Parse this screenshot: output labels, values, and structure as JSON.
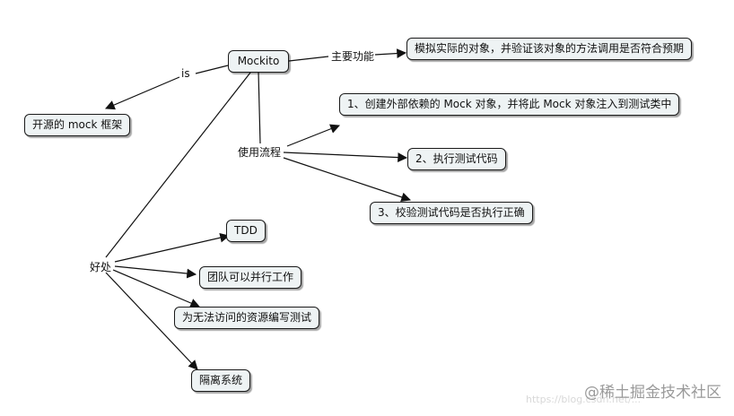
{
  "nodes": {
    "mockito": "Mockito",
    "open_source": "开源的 mock 框架",
    "main_function": "模拟实际的对象，并验证该对象的方法调用是否符合预期",
    "step1": "1、创建外部依赖的 Mock 对象，并将此 Mock 对象注入到测试类中",
    "step2": "2、执行测试代码",
    "step3": "3、校验测试代码是否执行正确",
    "tdd": "TDD",
    "parallel": "团队可以并行工作",
    "inaccessible": "为无法访问的资源编写测试",
    "isolation": "隔离系统"
  },
  "labels": {
    "is": "is",
    "main_function": "主要功能",
    "usage_flow": "使用流程",
    "benefits": "好处"
  },
  "watermark": "@稀土掘金技术社区",
  "url_watermark": "https://blog.csdn.net/..."
}
